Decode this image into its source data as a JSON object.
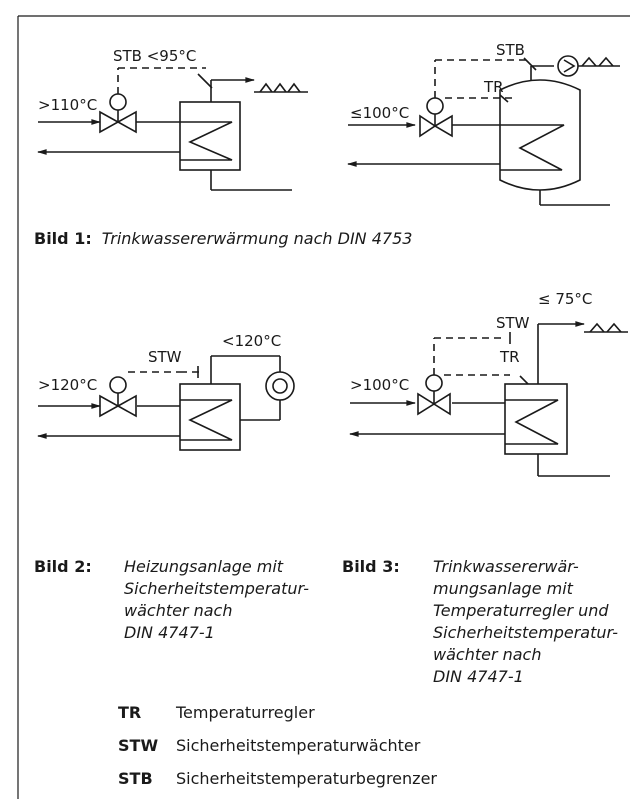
{
  "fig1": {
    "label_stb": "STB <95°C",
    "label_temp_in": ">110°C",
    "caption_label": "Bild 1:",
    "caption_text": "Trinkwassererwärmung nach DIN 4753"
  },
  "fig1b": {
    "label_stb": "STB",
    "label_tr": "TR",
    "label_temp_in": "≤100°C"
  },
  "fig2": {
    "label_stw": "STW",
    "label_temp_out": "<120°C",
    "label_temp_in": ">120°C",
    "caption_label": "Bild 2:",
    "caption_lines": [
      "Heizungsanlage mit",
      "Sicherheitstemperatur-",
      "wächter nach",
      "DIN 4747-1"
    ]
  },
  "fig3": {
    "label_temp_out": "≤ 75°C",
    "label_stw": "STW",
    "label_tr": "TR",
    "label_temp_in": ">100°C",
    "caption_label": "Bild 3:",
    "caption_lines": [
      "Trinkwassererwär-",
      "mungsanlage mit",
      "Temperaturregler und",
      "Sicherheitstemperatur-",
      "wächter nach",
      "DIN 4747-1"
    ]
  },
  "legend": [
    {
      "abbr": "TR",
      "text": "Temperaturregler"
    },
    {
      "abbr": "STW",
      "text": "Sicherheitstemperaturwächter"
    },
    {
      "abbr": "STB",
      "text": "Sicherheitstemperaturbegrenzer"
    }
  ]
}
